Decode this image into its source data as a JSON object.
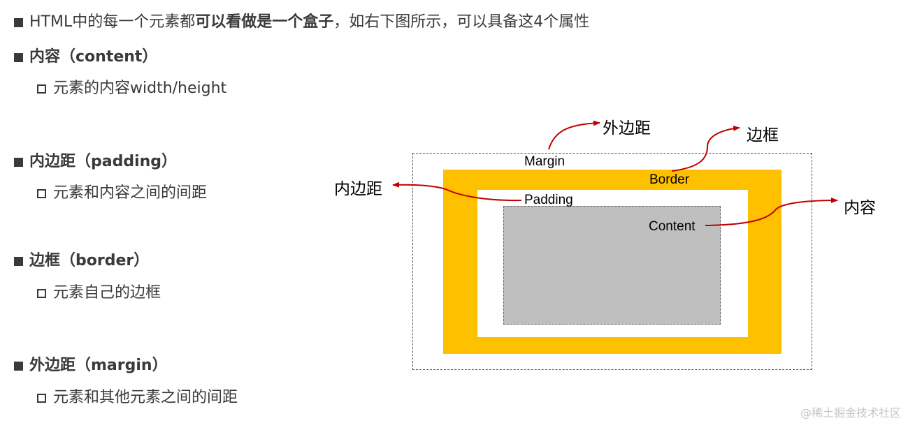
{
  "intro": {
    "prefix": "HTML中的每一个元素都",
    "emphasis": "可以看做是一个盒子",
    "suffix": "，如右下图所示，可以具备这4个属性"
  },
  "properties": [
    {
      "title": "内容（content）",
      "description": "元素的内容width/height"
    },
    {
      "title": "内边距（padding）",
      "description": "元素和内容之间的间距"
    },
    {
      "title": "边框（border）",
      "description": "元素自己的边框"
    },
    {
      "title": "外边距（margin）",
      "description": "元素和其他元素之间的间距"
    }
  ],
  "diagram": {
    "labels": {
      "margin": "Margin",
      "border": "Border",
      "padding": "Padding",
      "content": "Content"
    },
    "callouts": {
      "margin": "外边距",
      "border": "边框",
      "padding": "内边距",
      "content": "内容"
    },
    "colors": {
      "border_fill": "#FFC000",
      "content_fill": "#BFBFBF",
      "arrow": "#C00000"
    }
  },
  "watermark": "@稀土掘金技术社区"
}
